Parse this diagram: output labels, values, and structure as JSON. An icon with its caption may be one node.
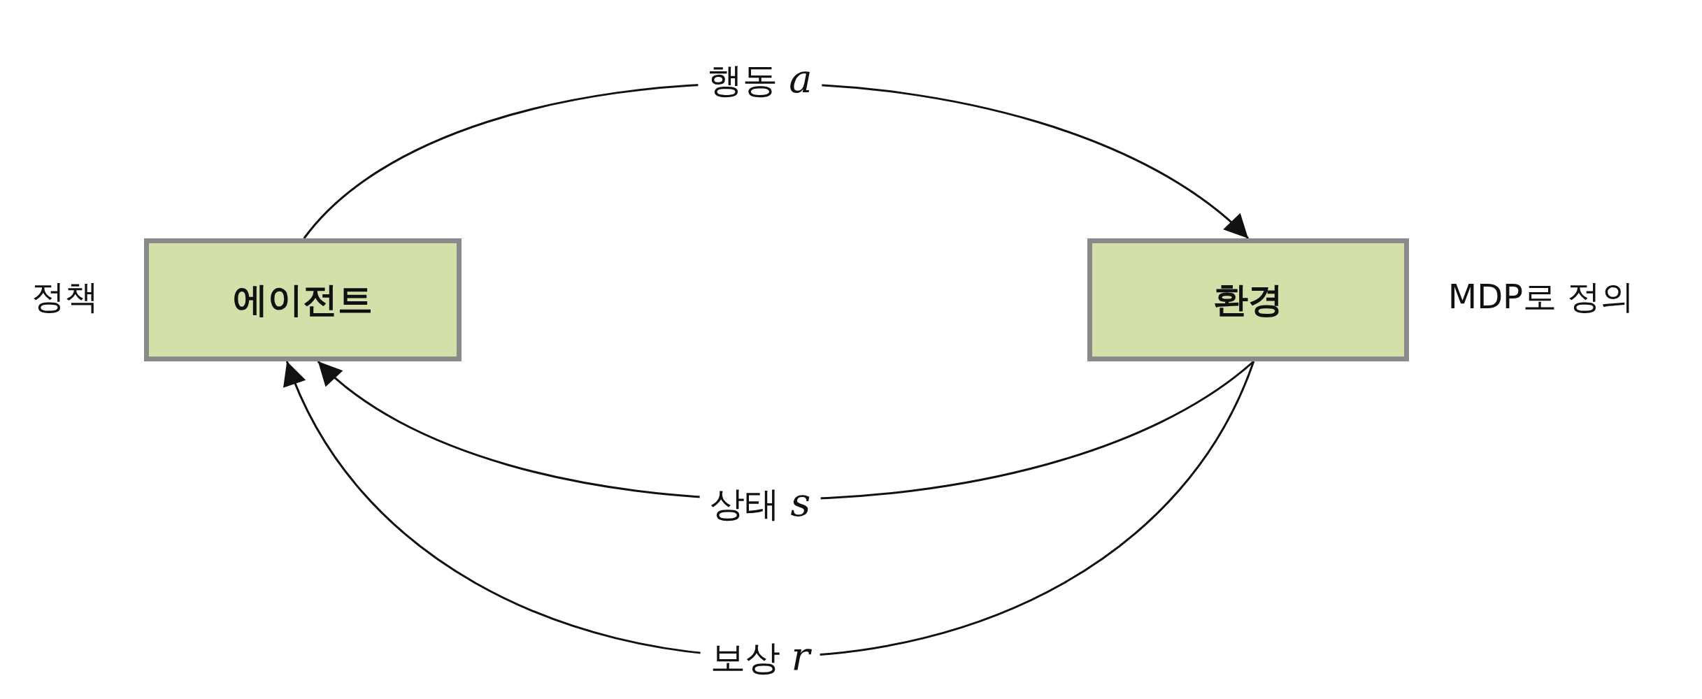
{
  "diagram": {
    "nodes": [
      {
        "text": [
          "에이전트"
        ],
        "beside": [
          "정책"
        ]
      },
      {
        "text": [
          "환경"
        ],
        "beside": [
          "MDP로 정의"
        ]
      }
    ],
    "edges": [
      {
        "from": 0,
        "to": 1,
        "arrow": "to",
        "label": "행동 *a*"
      },
      {
        "from": 1,
        "to": 0,
        "arrow": "to",
        "label": "상태 *s*"
      },
      {
        "from": 1,
        "to": 0,
        "arrow": "to",
        "label": "보상 *r*"
      }
    ]
  }
}
